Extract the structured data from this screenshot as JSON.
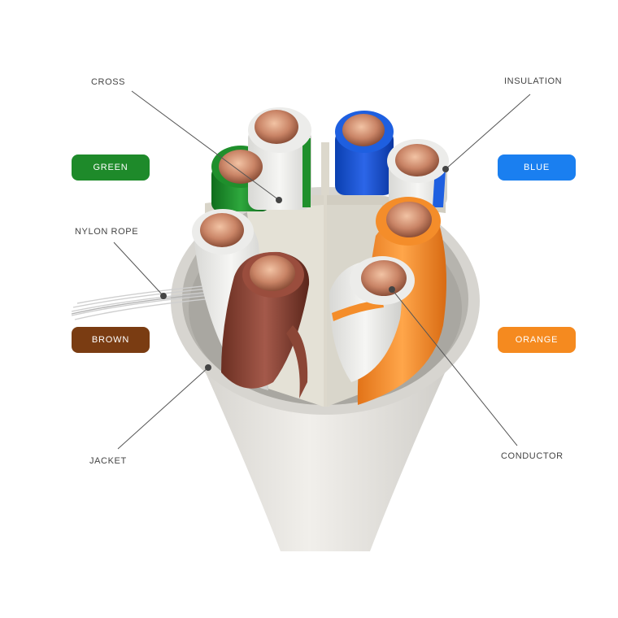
{
  "labels": {
    "cross": "CROSS",
    "insulation": "INSULATION",
    "nylon_rope": "NYLON ROPE",
    "jacket": "JACKET",
    "conductor": "CONDUCTOR"
  },
  "pair_tags": {
    "green": {
      "text": "GREEN",
      "color": "#1e8a2a"
    },
    "blue": {
      "text": "BLUE",
      "color": "#1a7ff0"
    },
    "brown": {
      "text": "BROWN",
      "color": "#7a3c12"
    },
    "orange": {
      "text": "ORANGE",
      "color": "#f58a1f"
    }
  },
  "colors": {
    "jacket": "#e6e4df",
    "copper": "#c98a6a",
    "leader_line": "#555555",
    "label_text": "#444444"
  }
}
